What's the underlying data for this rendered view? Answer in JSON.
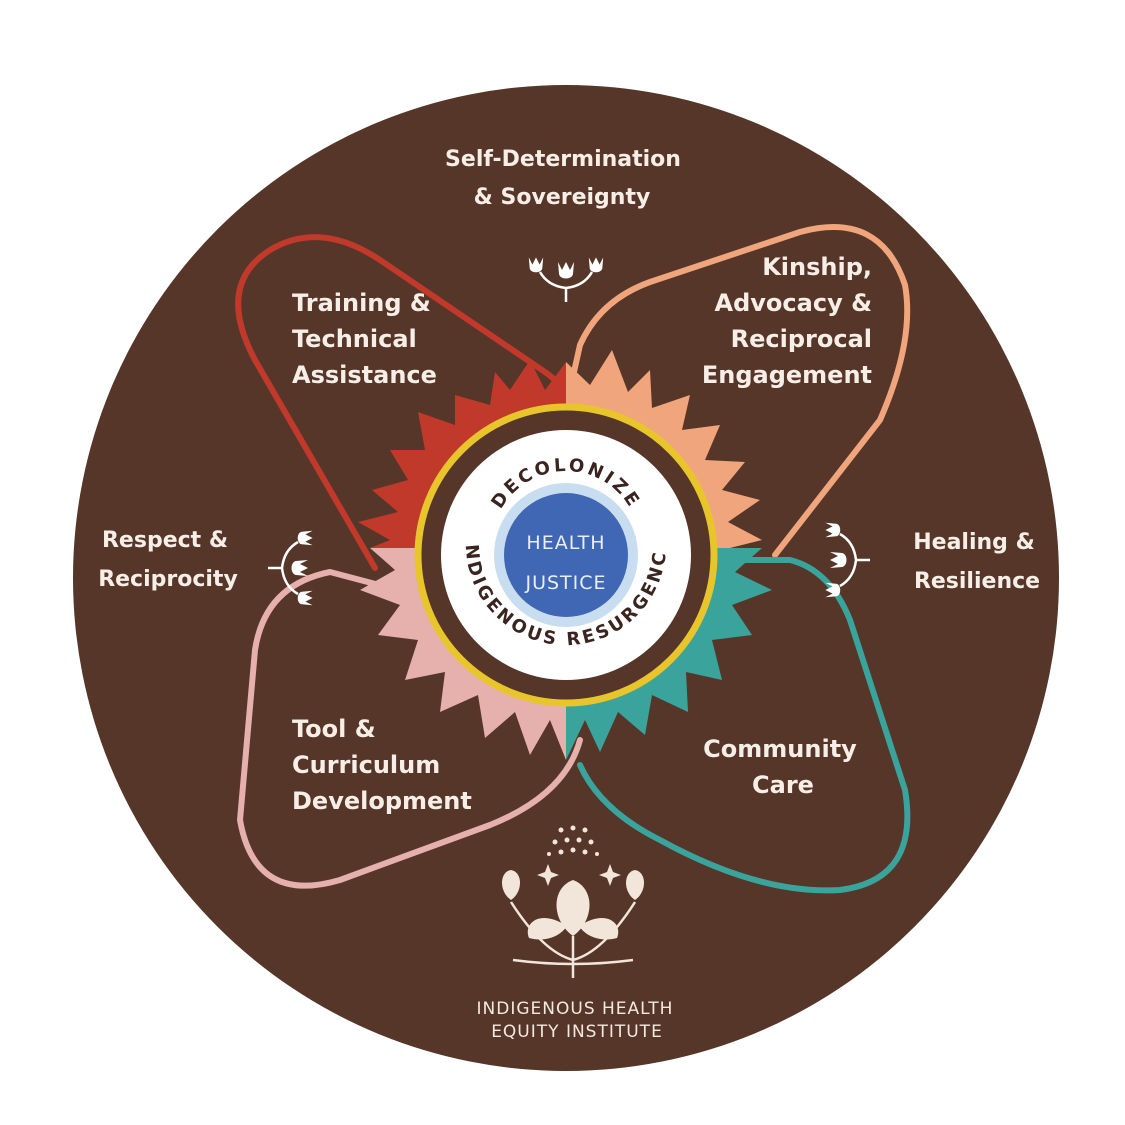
{
  "colors": {
    "background_circle": "#553629",
    "training": "#c0392b",
    "kinship": "#f0a57c",
    "tool": "#e6b0ac",
    "community": "#3aa39c",
    "yellow_ring": "#e9c52c",
    "center_blue": "#3f67b3",
    "text": "#f7efe7"
  },
  "values": {
    "top": [
      "Self-Determination",
      "& Sovereignty"
    ],
    "left": [
      "Respect &",
      "Reciprocity"
    ],
    "right": [
      "Healing &",
      "Resilience"
    ]
  },
  "quadrants": {
    "training": [
      "Training &",
      "Technical",
      "Assistance"
    ],
    "kinship": [
      "Kinship,",
      "Advocacy &",
      "Reciprocal",
      "Engagement"
    ],
    "tool": [
      "Tool &",
      "Curriculum",
      "Development"
    ],
    "community": [
      "Community",
      "Care"
    ]
  },
  "ring": {
    "top": "DECOLONIZE",
    "bottom": "INDIGENOUS RESURGENCE"
  },
  "center": [
    "HEALTH",
    "JUSTICE"
  ],
  "organization": [
    "INDIGENOUS HEALTH",
    "EQUITY INSTITUTE"
  ],
  "icons": [
    "tulip-sprig-icon",
    "strawberry-plant-icon"
  ]
}
